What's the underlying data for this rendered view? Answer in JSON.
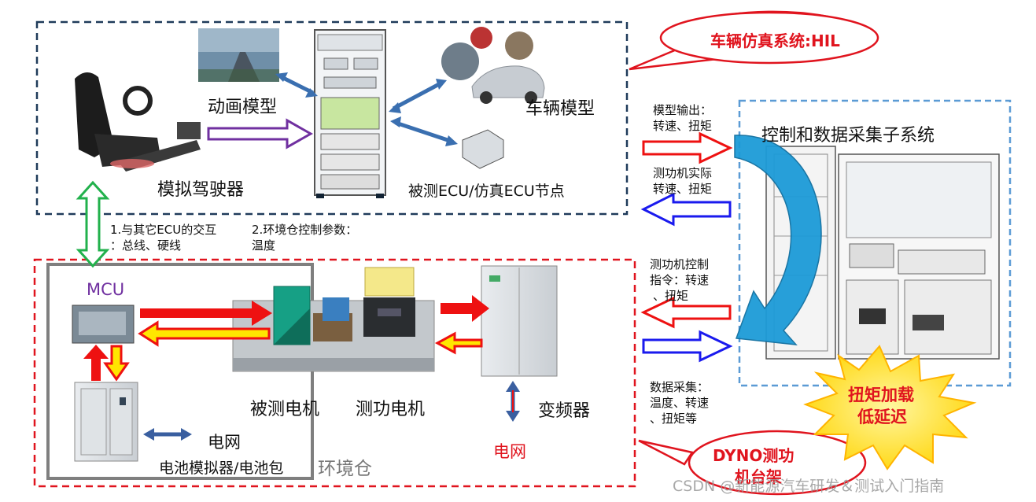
{
  "hil": {
    "callout": "车辆仿真系统:HIL",
    "animation_model": "动画模型",
    "vehicle_model": "车辆模型",
    "driving_simulator": "模拟驾驶器",
    "ecu_nodes": "被测ECU/仿真ECU节点"
  },
  "middle": {
    "ecu_interaction_line1": "1.与其它ECU的交互",
    "ecu_interaction_line2": "：总线、硬线",
    "env_params_line1": "2.环境仓控制参数：",
    "env_params_line2": "温度"
  },
  "control": {
    "title": "控制和数据采集子系统",
    "model_output_line1": "模型输出：",
    "model_output_line2": "转速、扭矩",
    "dyno_actual_line1": "测功机实际",
    "dyno_actual_line2": "转速、扭矩",
    "dyno_cmd_line1": "测功机控制",
    "dyno_cmd_line2": "指令：转速",
    "dyno_cmd_line3": "、扭矩",
    "daq_line1": "数据采集：",
    "daq_line2": "温度、转速",
    "daq_line3": "、扭矩等",
    "starburst_line1": "扭矩加载",
    "starburst_line2": "低延迟"
  },
  "dyno": {
    "mcu": "MCU",
    "motor_under_test": "被测电机",
    "dyno_motor": "测功电机",
    "inverter": "变频器",
    "grid_inverter": "电网",
    "grid_battery": "电网",
    "battery": "电池模拟器/电池包",
    "env_chamber": "环境仓",
    "callout_line1": "DYNO测功",
    "callout_line2": "机台架"
  },
  "watermark": "CSDN @新能源汽车研发＆测试入门指南",
  "colors": {
    "hil_border": "#1f3b5a",
    "dyno_border": "#e0141e",
    "control_border": "#5b9bd5",
    "callout_text": "#e0141e",
    "red_arrow": "#ee1111",
    "blue_arrow": "#1a1aee",
    "green_arrow": "#22b14c",
    "purple_arrow": "#7030a0",
    "curved_arrow": "#1d9bd8",
    "starburst": "#ffe600"
  }
}
